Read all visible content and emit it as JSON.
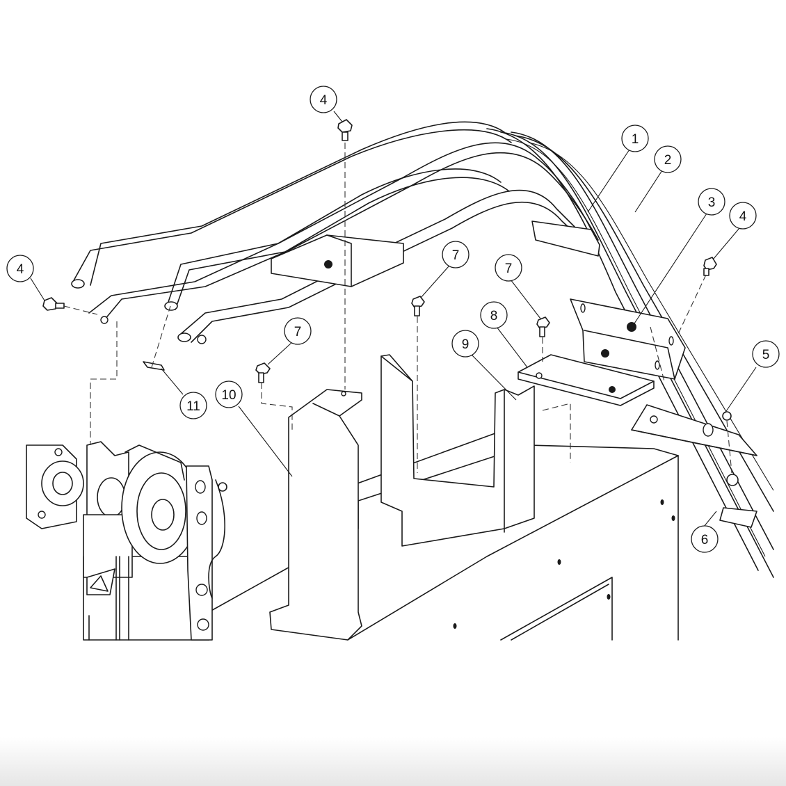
{
  "callouts": {
    "c1": "1",
    "c2": "2",
    "c3": "3",
    "c4_top": "4",
    "c4_left": "4",
    "c4_right": "4",
    "c5": "5",
    "c6": "6",
    "c7_left": "7",
    "c7_mid": "7",
    "c7_right": "7",
    "c8": "8",
    "c9": "9",
    "c10": "10",
    "c11": "11"
  },
  "colors": {
    "line": "#1a1a1a",
    "background": "#ffffff",
    "footer_shadow": "#e6e6e6"
  }
}
